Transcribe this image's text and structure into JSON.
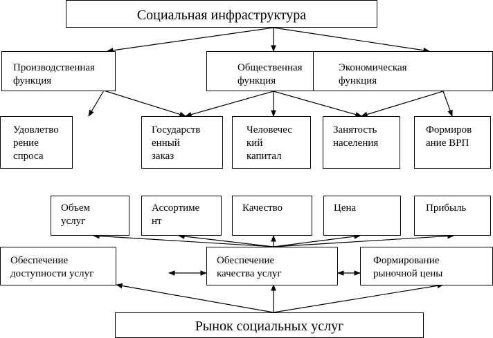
{
  "top": "Социальная инфраструктура",
  "functions": {
    "production": "Производственная\nфункция",
    "social": "Общественная\nфункция",
    "economic": "Экономическая\nфункция"
  },
  "outcomes": {
    "demand": "Удовлетво\nрение\nспроса",
    "state_order": "Государств\nенный\nзаказ",
    "human_capital": "Человечес\nкий\nкапитал",
    "employment": "Занятость\nнаселения",
    "grp": "Формиров\nание ВРП"
  },
  "parameters": {
    "volume": "Объем\nуслуг",
    "assortment": "Ассортиме\nнт",
    "quality": "Качество",
    "price": "Цена",
    "profit": "Прибыль"
  },
  "provisions": {
    "availability": "Обеспечение\nдоступности услуг",
    "quality": "Обеспечение\nкачества услуг",
    "market_price": "Формирование\nрыночной цены"
  },
  "bottom": "Рынок социальных услуг"
}
